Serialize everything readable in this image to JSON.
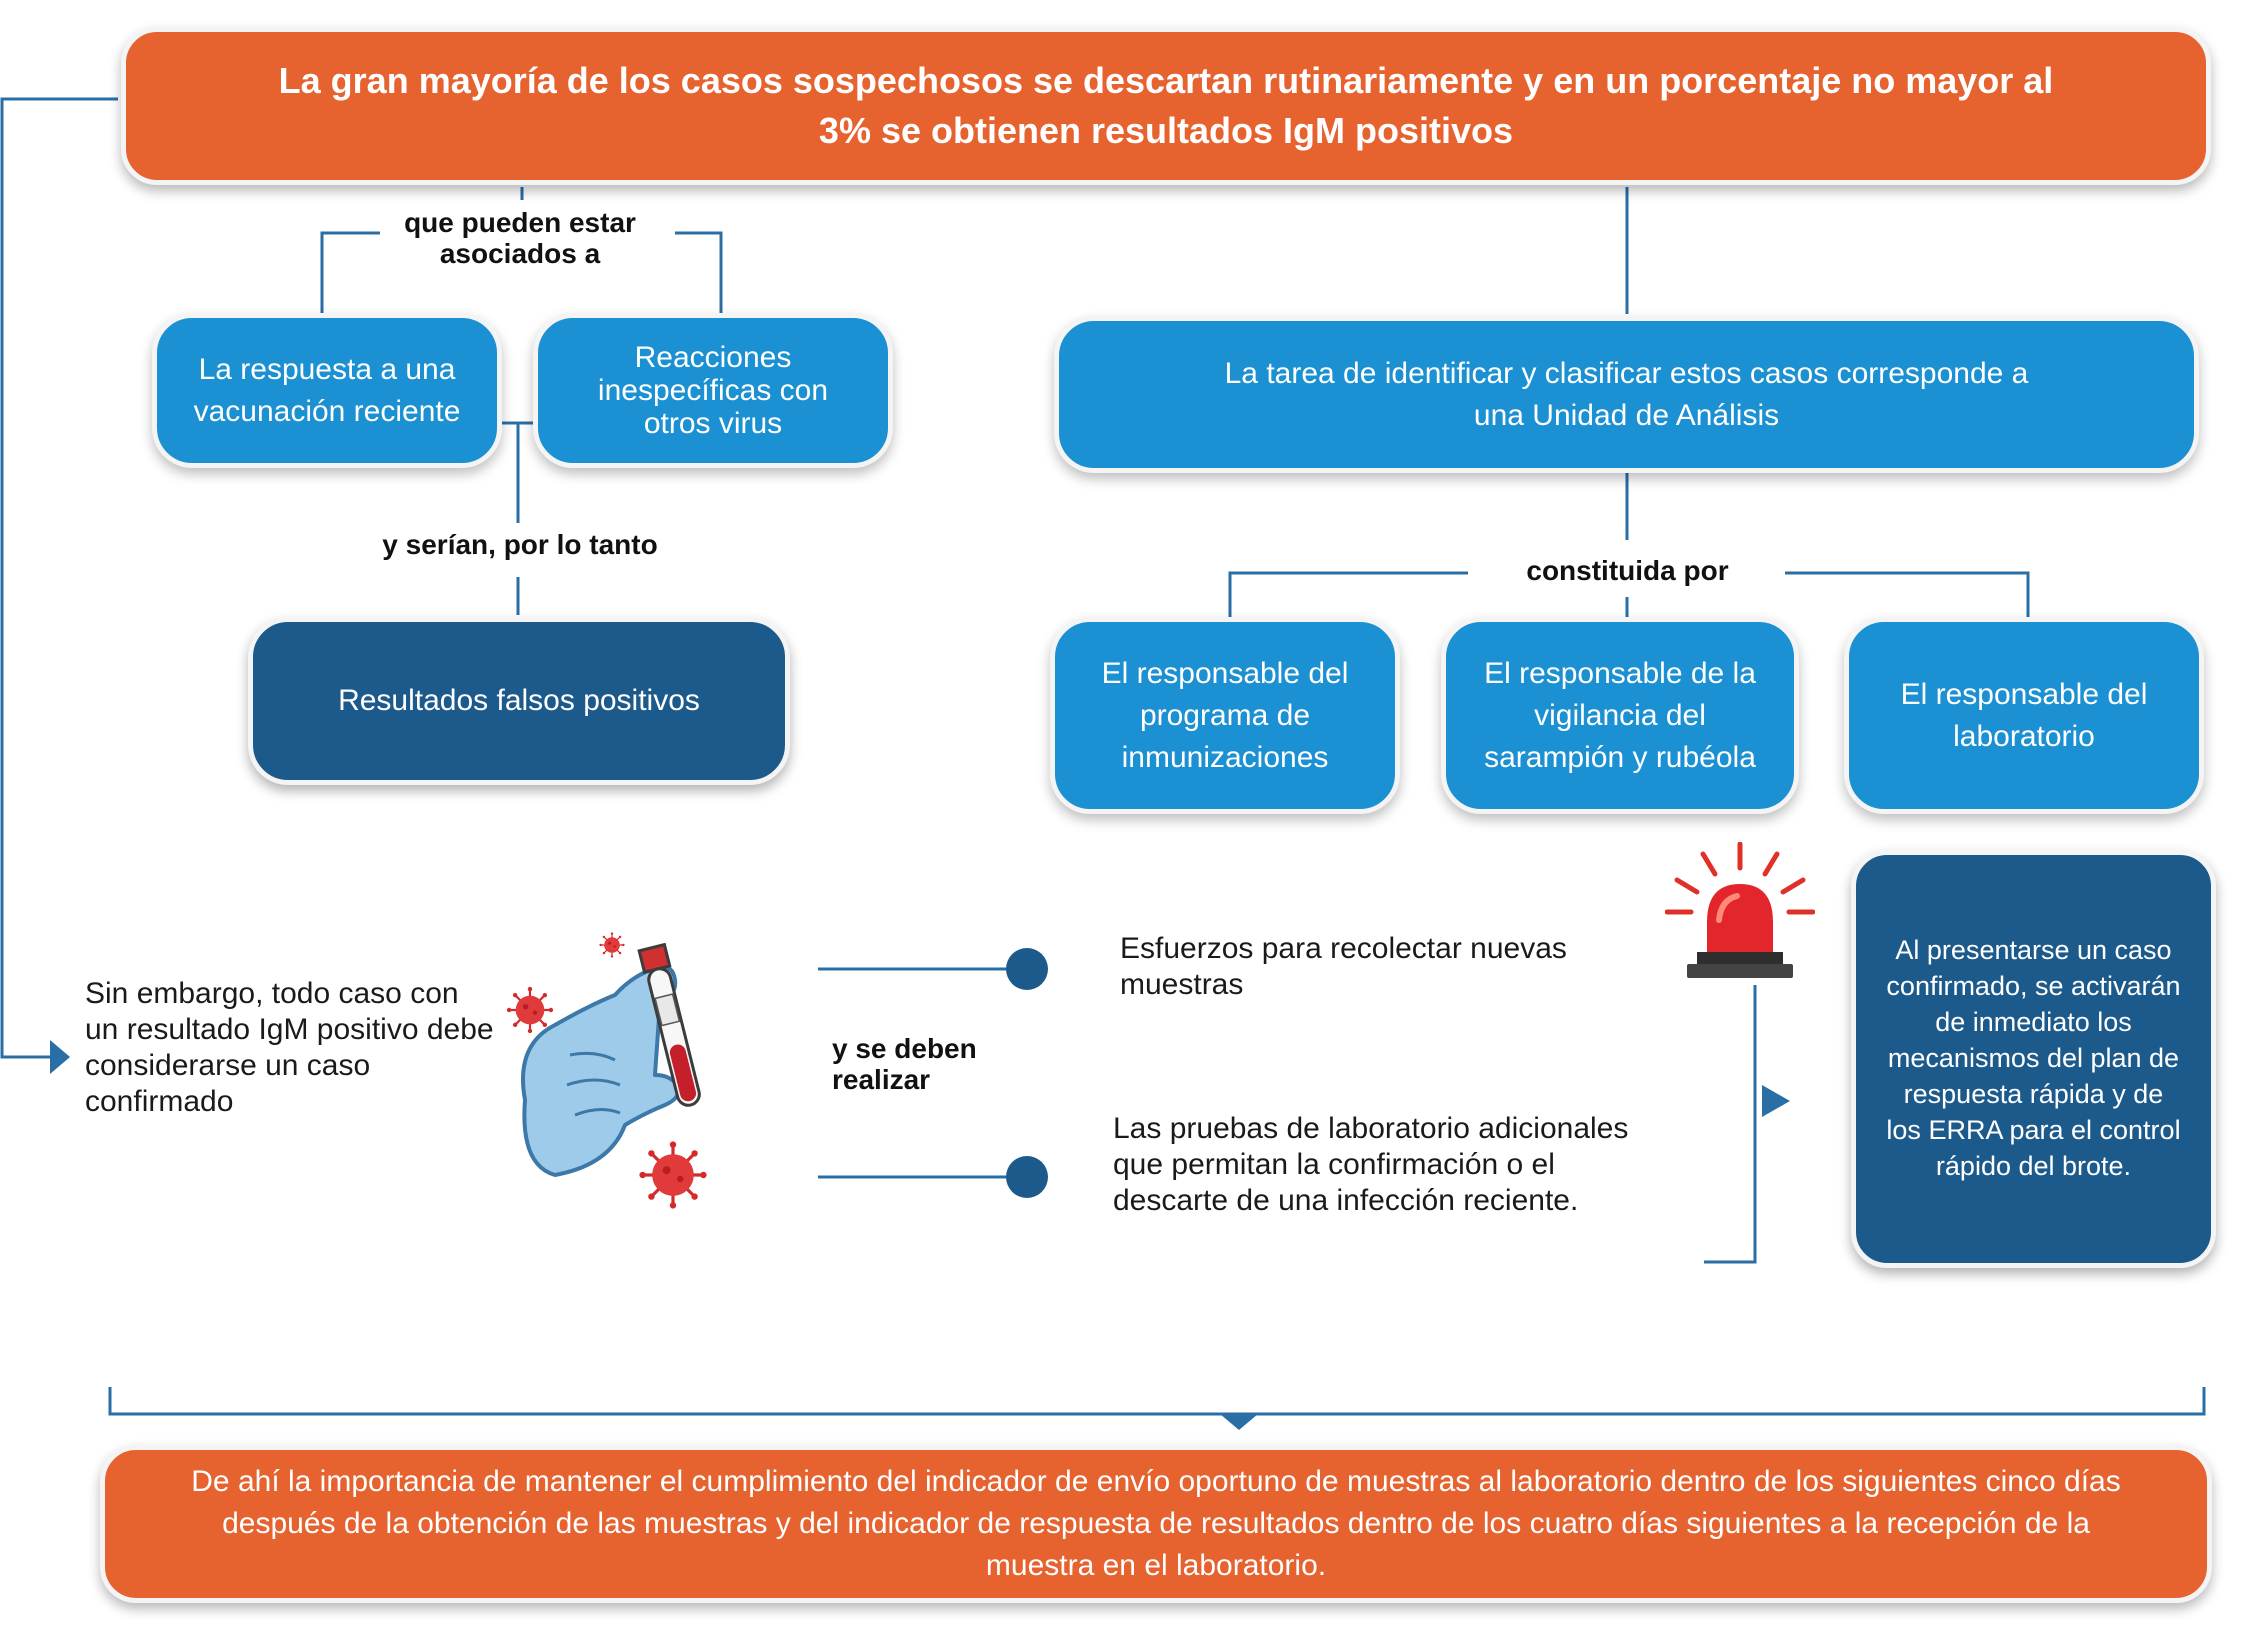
{
  "top_box": "La gran mayoría de los casos sospechosos se descartan rutinariamente y en un porcentaje no mayor al 3% se obtienen resultados IgM positivos",
  "labels": {
    "associated": "que pueden estar asociados a",
    "therefore": "y serían, por lo tanto",
    "constituted": "constituida por",
    "must_do": "y se deben realizar"
  },
  "causes": [
    "La respuesta a una vacunación reciente",
    "Reacciones inespecíficas con otros virus"
  ],
  "false_positive": "Resultados falsos positivos",
  "analysis_unit": "La tarea de identificar y clasificar estos casos corresponde a una Unidad de Análisis",
  "members": [
    "El responsable del programa de inmunizaciones",
    "El responsable de la vigilancia del sarampión y rubéola",
    "El responsable del laboratorio"
  ],
  "confirmed_case": "Sin embargo, todo caso con un resultado IgM positivo debe considerarse un caso confirmado",
  "actions": [
    "Esfuerzos para recolectar nuevas muestras",
    "Las pruebas de laboratorio adicionales que permitan la confirmación o el descarte de una infección reciente."
  ],
  "response_box": "Al presentarse un caso confirmado, se activarán de inmediato los mecanismos del plan de respuesta rápida y de los ERRA para el control rápido del brote.",
  "bottom_box": "De ahí la importancia de mantener el cumplimiento del indicador de envío oportuno de muestras al laboratorio dentro de los siguientes cinco días después de la obtención de las muestras y del indicador de respuesta de resultados dentro de los cuatro días siguientes a la recepción de la muestra en el laboratorio.",
  "icons": [
    "gloved-hand-test-tube-icon",
    "virus-icon",
    "alarm-siren-icon"
  ],
  "colors": {
    "orange": "#e6622f",
    "blue": "#1b90d2",
    "dark_blue": "#1d5a8c",
    "line": "#2a6ea6"
  }
}
